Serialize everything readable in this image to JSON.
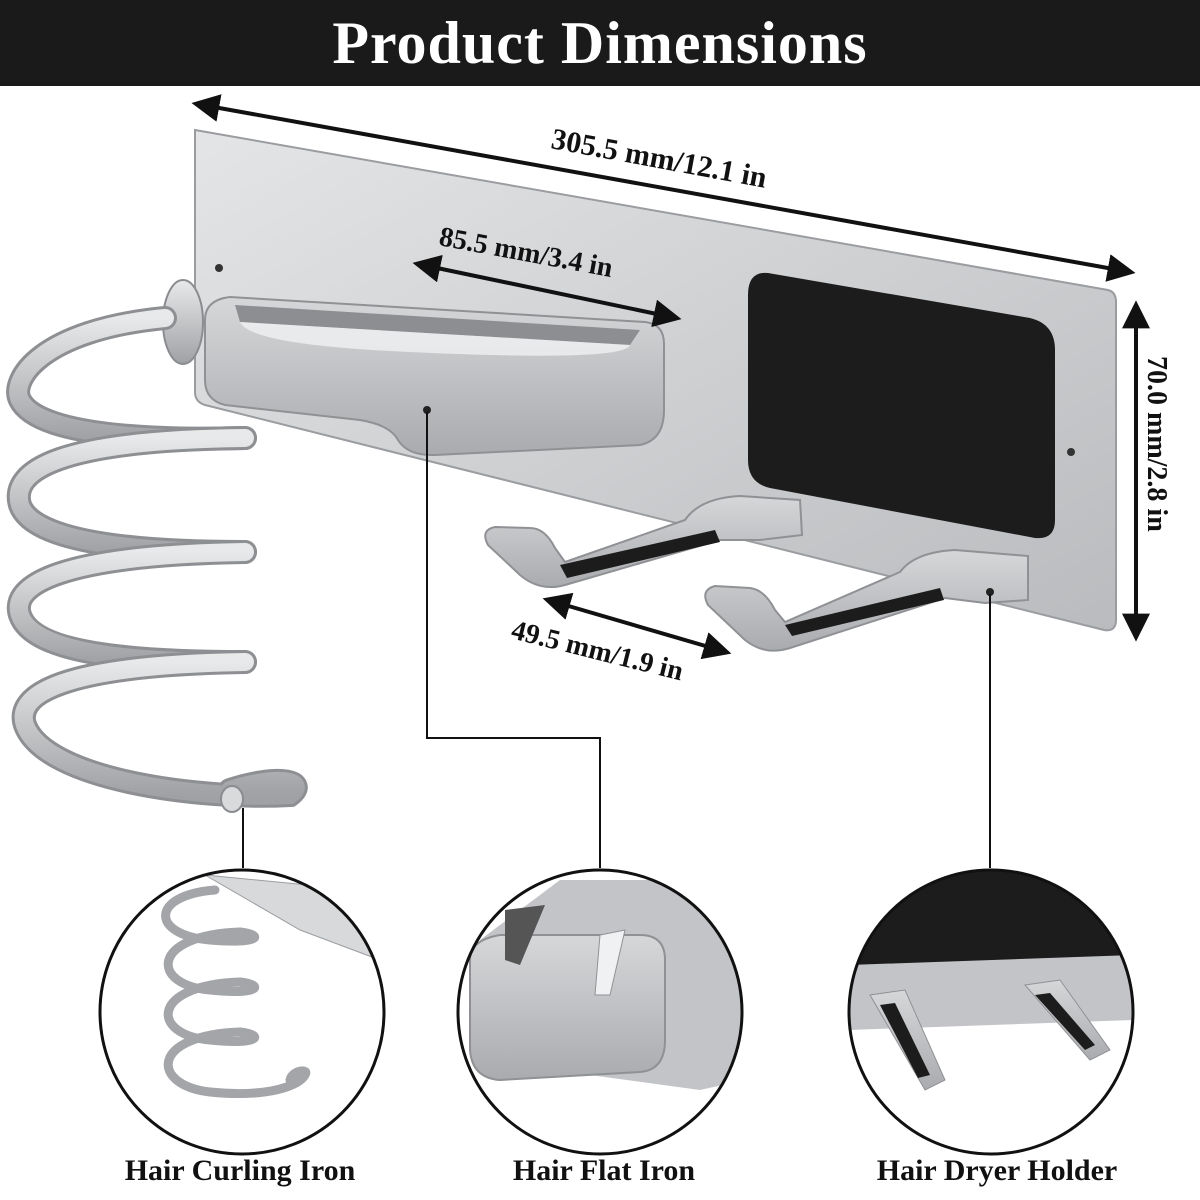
{
  "header": {
    "title": "Product  Dimensions"
  },
  "dimensions": {
    "overall_length": "305.5 mm/12.1 in",
    "cup_width": "85.5 mm/3.4 in",
    "height": "70.0 mm/2.8 in",
    "hook_spacing": "49.5 mm/1.9 in"
  },
  "callouts": [
    {
      "label": "Hair Curling Iron"
    },
    {
      "label": "Hair Flat Iron"
    },
    {
      "label": "Hair Dryer Holder"
    }
  ],
  "colors": {
    "header_bg": "#1a1a1a",
    "metal": "#c9cbcd",
    "pad": "#1c1c1c"
  }
}
